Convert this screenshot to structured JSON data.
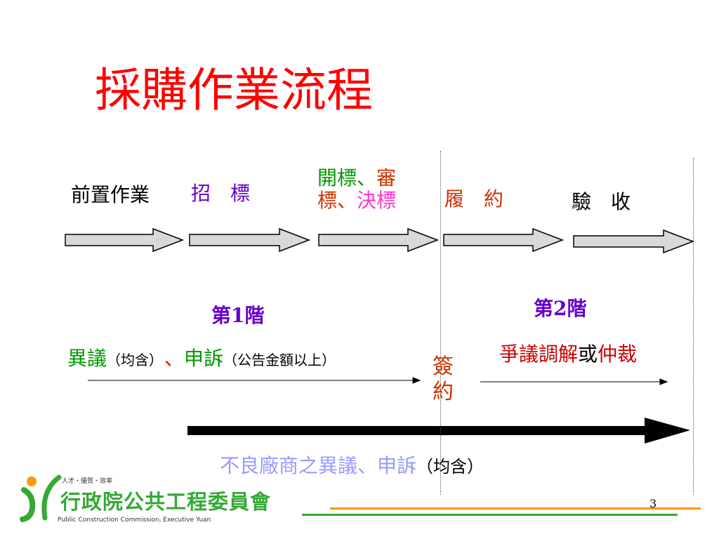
{
  "title": "採購作業流程",
  "stages": {
    "pre": "前置作業",
    "tender": "招　標",
    "open_line1_a": "開標、",
    "open_line1_b": "審",
    "open_line2_a": "標、",
    "open_line2_b": "決標",
    "perform": "履　約",
    "accept": "驗　收"
  },
  "phase1": "第1階",
  "phase2": "第2階",
  "objection": {
    "a": "異議",
    "b": "（均含）",
    "c": "、",
    "d": "申訴",
    "e": "（公告金額以上）"
  },
  "sign": {
    "top": "簽",
    "bottom": "約"
  },
  "dispute": {
    "a": "爭議調解",
    "b": "或",
    "c": "仲裁"
  },
  "bad_vendor": {
    "a": "不良廠商之異議、申訴",
    "b": "（均含）"
  },
  "logo": {
    "name": "行政院公共工程委員會",
    "english": "Public Construction Commission, Executive Yuan",
    "tagline": "人才・優質・效率"
  },
  "page_number": "3",
  "colors": {
    "title": "#ff0000",
    "purple": "#6600cc",
    "green": "#009900",
    "red": "#cc3300",
    "pink": "#ff33cc",
    "lavender": "#9999ff",
    "arrow_fill": "#d9d9d9",
    "logo_green": "#33aa33",
    "logo_orange": "#ff9900"
  }
}
